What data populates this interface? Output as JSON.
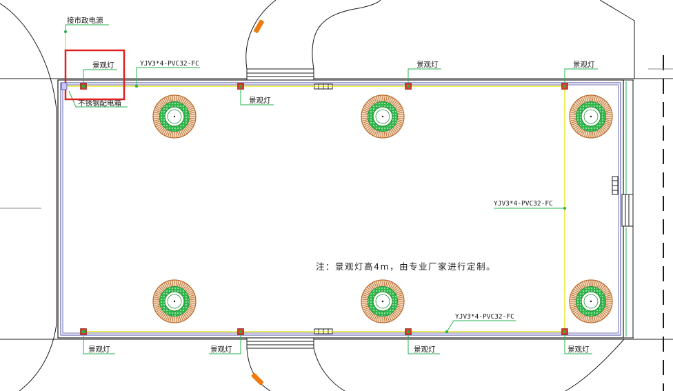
{
  "labels": {
    "power_source": "接市政电源",
    "distribution_box": "不锈钢配电箱",
    "lamp_top_1": "景观灯",
    "lamp_top_2": "景观灯",
    "lamp_top_3": "景观灯",
    "lamp_top_4": "景观灯",
    "lamp_bottom_1": "景观灯",
    "lamp_bottom_2": "景观灯",
    "lamp_bottom_3": "景观灯",
    "lamp_bottom_4": "景观灯",
    "cable_top": "YJV3*4-PVC32-FC",
    "cable_right": "YJV3*4-PVC32-FC",
    "cable_bottom": "YJV3*4-PVC32-FC"
  },
  "note": "注：景观灯高4m，由专业厂家进行定制。",
  "colors": {
    "lamp": "#d63a2a",
    "lamp_core": "#2fae3a",
    "cable": "#e8e000",
    "leader": "#22b14c",
    "highlight": "#e02020",
    "planter_outer": "#b8692b",
    "planter_inner": "#29b34a",
    "boundary": "#4a4aa0",
    "accent_orange": "#f07a10"
  },
  "counts": {
    "lamps": 8,
    "planters": 6
  }
}
